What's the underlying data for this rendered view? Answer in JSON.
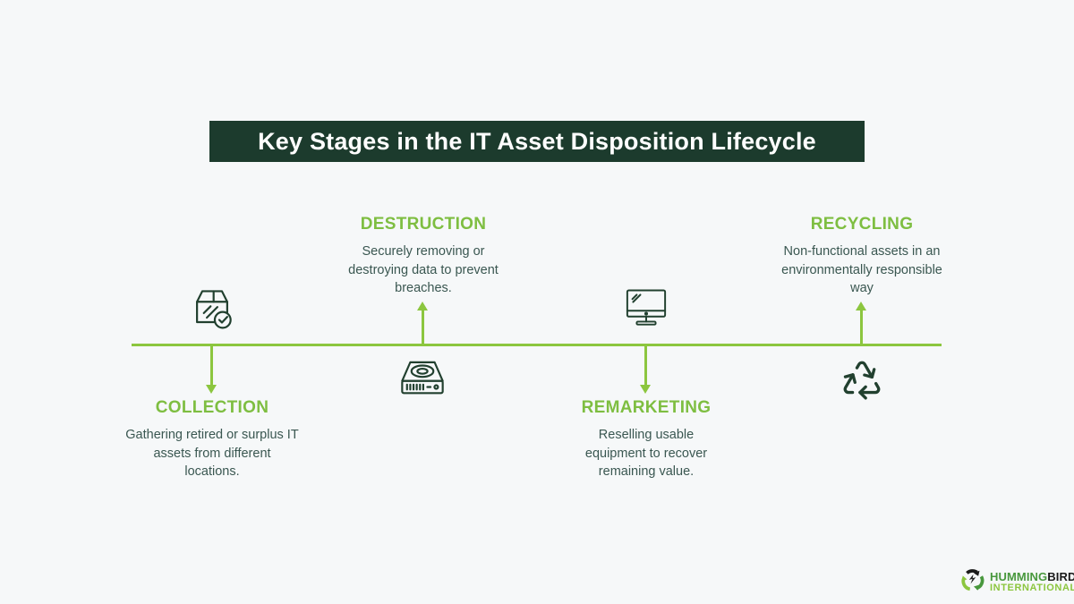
{
  "banner": {
    "title": "Key Stages in the IT Asset Disposition Lifecycle"
  },
  "stages": [
    {
      "name": "COLLECTION",
      "description": "Gathering retired or surplus IT assets from different locations.",
      "icon": "package-check-icon",
      "icon_side": "above-line",
      "label_side": "below-line"
    },
    {
      "name": "DESTRUCTION",
      "description": "Securely removing or destroying data to prevent breaches.",
      "icon": "hard-drive-icon",
      "icon_side": "below-line",
      "label_side": "above-line"
    },
    {
      "name": "REMARKETING",
      "description": "Reselling usable equipment to recover remaining value.",
      "icon": "monitor-icon",
      "icon_side": "above-line",
      "label_side": "below-line"
    },
    {
      "name": "RECYCLING",
      "description": "Non-functional assets in an environmentally responsible way",
      "icon": "recycle-icon",
      "icon_side": "below-line",
      "label_side": "above-line"
    }
  ],
  "logo": {
    "name_part1": "HUMMING",
    "name_part2": "BIRD",
    "subtitle": "INTERNATIONAL"
  },
  "colors": {
    "background": "#f6f8f9",
    "banner_bg": "#1c3b2d",
    "banner_text": "#ffffff",
    "stage_title_green": "#7ebe41",
    "timeline_green": "#8cc63f",
    "description_text": "#3a5751",
    "icon_stroke": "#21402f",
    "logo_dark_green": "#48983d",
    "logo_lime": "#8cc63f",
    "logo_black": "#1a1a1a"
  }
}
